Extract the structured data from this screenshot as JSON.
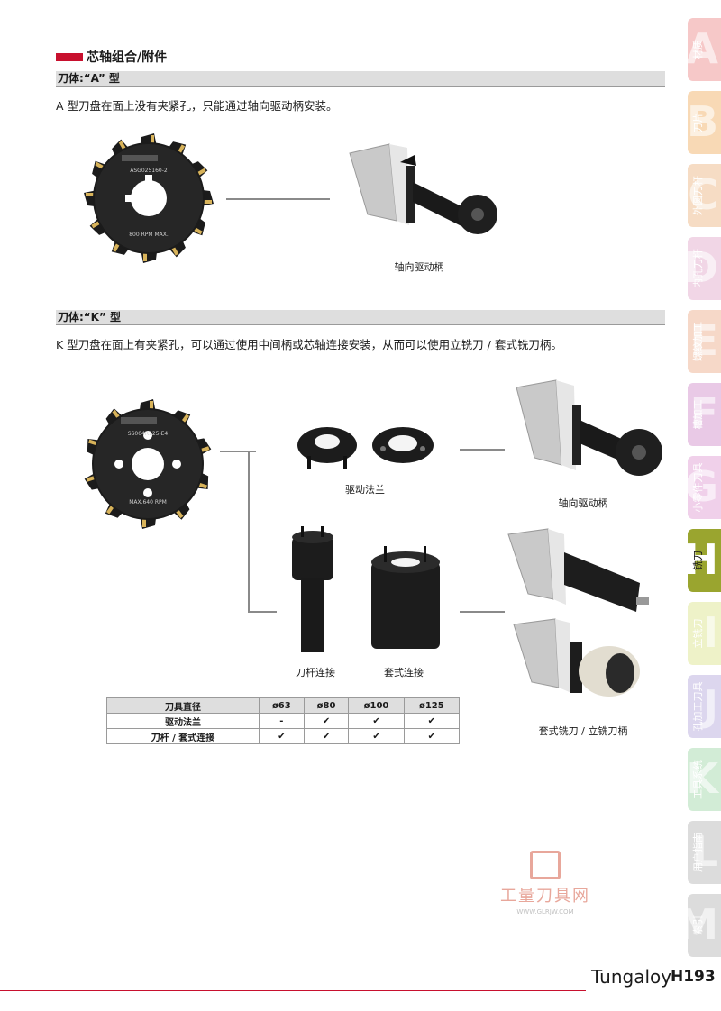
{
  "section": {
    "title": "芯轴组合/附件"
  },
  "partA": {
    "header": "刀体:“A” 型",
    "description": "A 型刀盘在面上没有夹紧孔，只能通过轴向驱动柄安装。",
    "disc_text1": "ASG025160-2",
    "disc_text2": "800 RPM MAX.",
    "caption_arbor": "轴向驱动柄"
  },
  "partK": {
    "header": "刀体:“K” 型",
    "description": "K 型刀盘在面上有夹紧孔，可以通过使用中间柄或芯轴连接安装，从而可以使用立铣刀 / 套式铣刀柄。",
    "disc_text1": "SS004R125-E4",
    "disc_text2": "MAX.640 RPM",
    "caption_flange": "驱动法兰",
    "caption_arbor": "轴向驱动柄",
    "caption_shank": "刀杆连接",
    "caption_shell": "套式连接",
    "caption_holder": "套式铣刀 / 立铣刀柄"
  },
  "spec_table": {
    "header": [
      "刀具直径",
      "ø63",
      "ø80",
      "ø100",
      "ø125"
    ],
    "rows": [
      [
        "驱动法兰",
        "-",
        "✔",
        "✔",
        "✔"
      ],
      [
        "刀杆 / 套式连接",
        "✔",
        "✔",
        "✔",
        "✔"
      ]
    ]
  },
  "side_tabs": [
    {
      "letter": "A",
      "label": "材质",
      "color": "#f6c8c8"
    },
    {
      "letter": "B",
      "label": "刀片",
      "color": "#f8d9b5"
    },
    {
      "letter": "C",
      "label": "外圆刀杆",
      "color": "#f6dcc4"
    },
    {
      "letter": "D",
      "label": "内孔刀杆",
      "color": "#f1d6e6"
    },
    {
      "letter": "E",
      "label": "螺纹加工",
      "color": "#f6d8c8"
    },
    {
      "letter": "F",
      "label": "槽加工",
      "color": "#e9c9e6"
    },
    {
      "letter": "G",
      "label": "小零件刀具",
      "color": "#f0d0ea"
    },
    {
      "letter": "H",
      "label": "铣刀",
      "color": "#9aa52f"
    },
    {
      "letter": "I",
      "label": "立铣刀",
      "color": "#eef2c8"
    },
    {
      "letter": "J",
      "label": "孔加工刀具",
      "color": "#dcd6ee"
    },
    {
      "letter": "K",
      "label": "工具系统",
      "color": "#d2ecd6"
    },
    {
      "letter": "L",
      "label": "用户指南",
      "color": "#dcdcdc"
    },
    {
      "letter": "M",
      "label": "索引",
      "color": "#dcdcdc"
    }
  ],
  "watermark": {
    "name": "工量刀具网",
    "url": "WWW.GLRJW.COM"
  },
  "footer": {
    "brand": "Tungaloy",
    "page": "H193"
  }
}
